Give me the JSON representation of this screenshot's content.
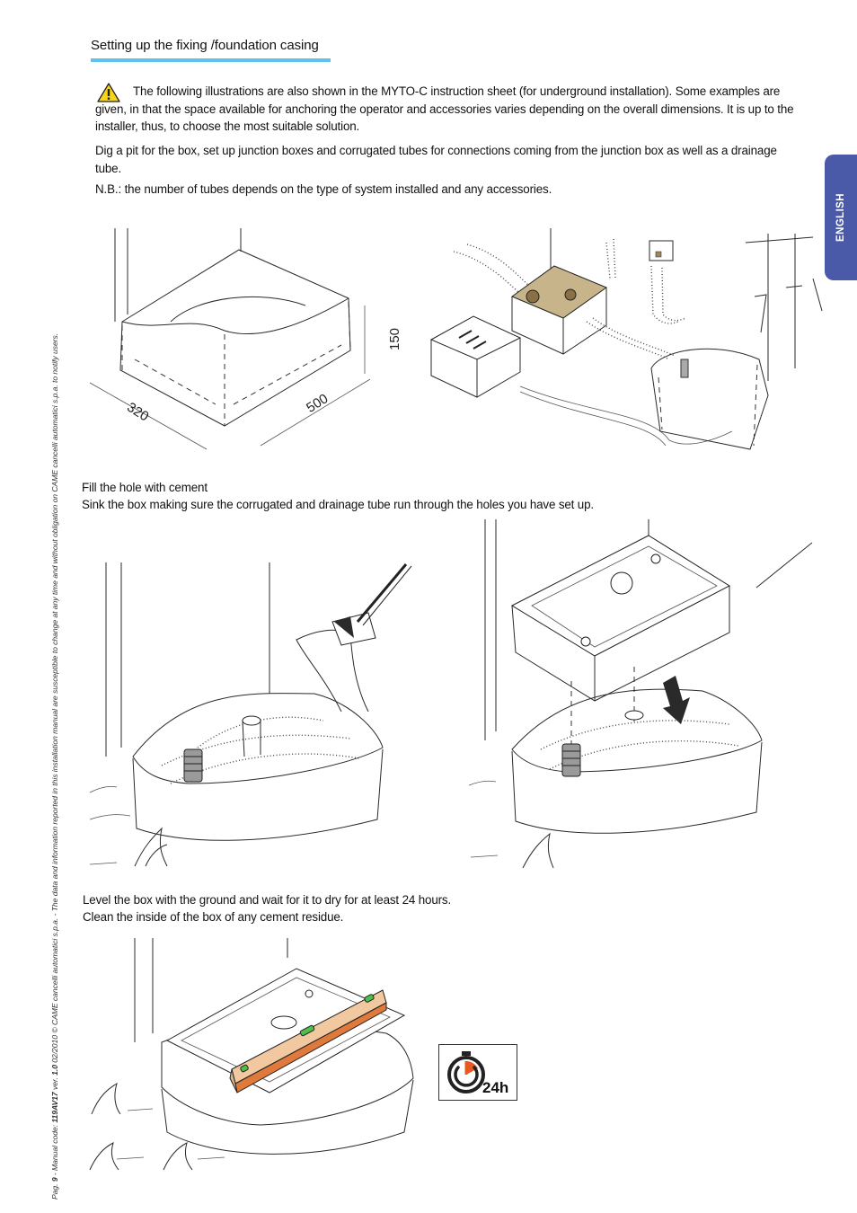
{
  "section": {
    "title": "Setting up the fixing /foundation casing",
    "rule_color": "#5cc3ec"
  },
  "intro": {
    "warning_icon": "warning-triangle-icon",
    "warning_text": "The following illustrations are also shown in the MYTO-C instruction sheet (for underground installation). Some examples are given, in that the space available for anchoring the operator and accessories varies depending on the overall dimensions. It is up to the installer, thus, to choose the most suitable solution.",
    "dig_text": "Dig a pit for the box, set up junction boxes and corrugated tubes for connections coming from the junction box as well as a drainage tube.",
    "note_text": "N.B.: the number of tubes depends on the type of system installed and any accessories."
  },
  "side_tab": {
    "label": "ENGLISH",
    "color": "#4a5aa8"
  },
  "figure_pit": {
    "dim_width": "320",
    "dim_length": "500",
    "dim_depth": "150"
  },
  "captions": {
    "fill": "Fill the hole with cement",
    "sink": "Sink the box making sure the corrugated and drainage tube run through the holes you have set up.",
    "level": "Level the box with the ground and wait for it to dry for at least 24 hours.",
    "clean": "Clean the inside of the box of any cement residue."
  },
  "timer": {
    "icon": "stopwatch-icon",
    "label": "24h",
    "accent": "#e8581f"
  },
  "footer": {
    "pag_label": "Pag.",
    "page_number": "9",
    "manual_label": "- Manual code:",
    "manual_code": "119AV17",
    "ver_label": "ver.",
    "version": "1.0",
    "date": "02/2010",
    "copyright": "© CAME cancelli automatici s.p.a. - The data and information reported in this installation manual are susceptible to change at any time and without obligation on CAME cancelli automatici s.p.a. to notify users."
  }
}
